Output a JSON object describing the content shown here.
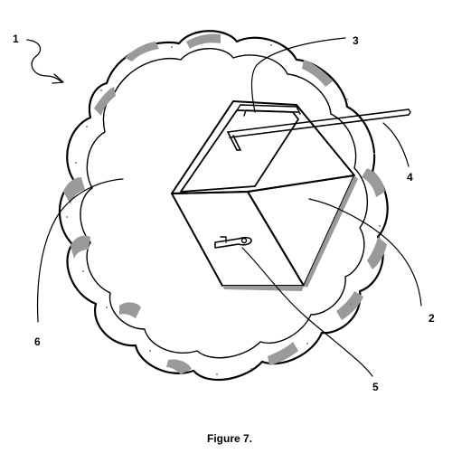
{
  "figure": {
    "caption": "Figure 7.",
    "labels": {
      "ref_1": "1",
      "ref_2": "2",
      "ref_3": "3",
      "ref_4": "4",
      "ref_5": "5",
      "ref_6": "6"
    }
  },
  "colors": {
    "ink": "#000000",
    "background": "#ffffff",
    "shading": "#9a9a9a"
  }
}
